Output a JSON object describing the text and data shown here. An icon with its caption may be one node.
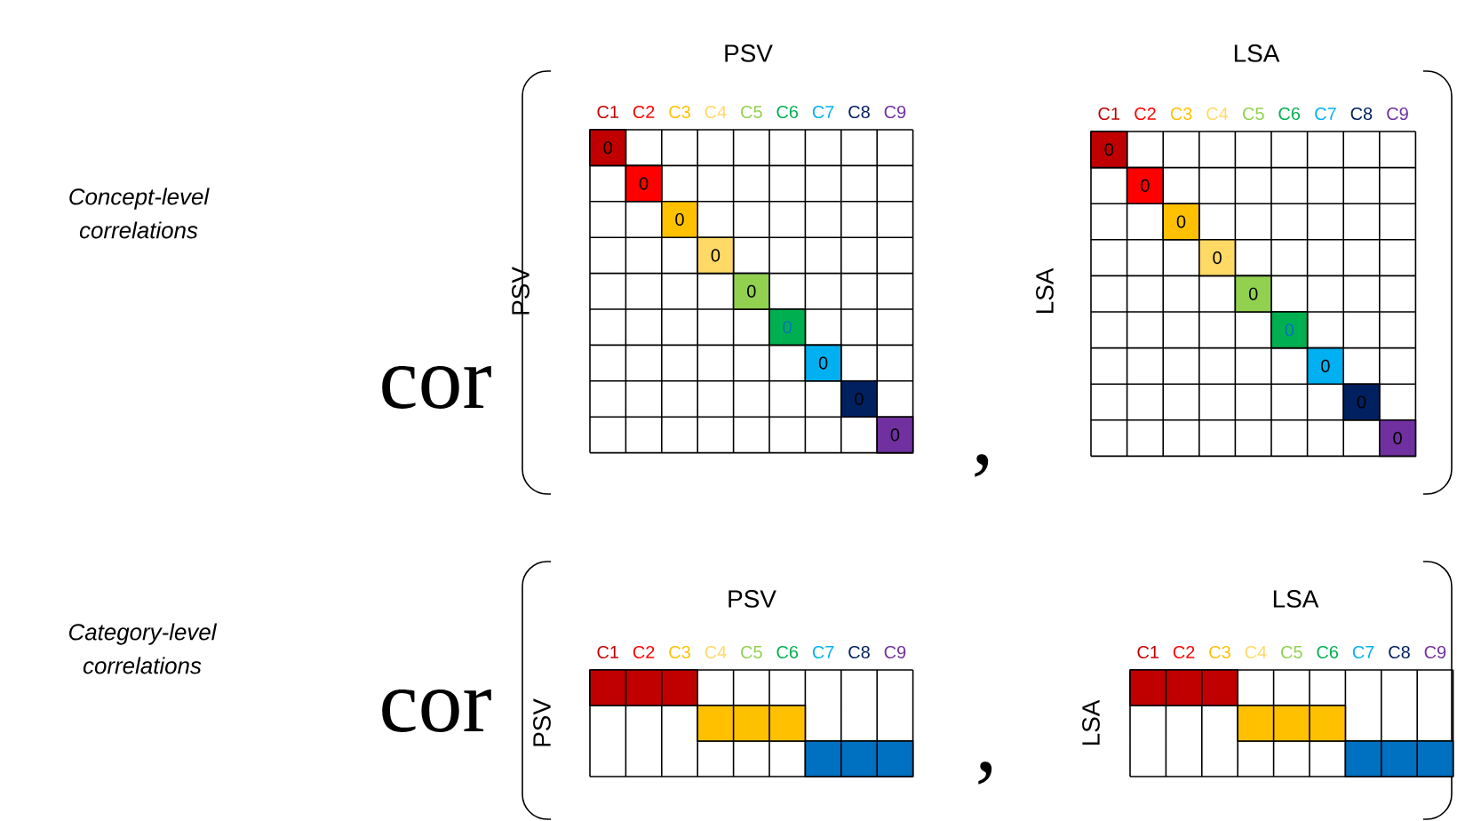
{
  "diagram": {
    "labels": [
      "Concept-level correlations",
      "cor",
      "PSV",
      "C1",
      "C2",
      "C3",
      "C4",
      "C5",
      "C6",
      "C7",
      "C8",
      "C9",
      "PSV",
      "0",
      "0",
      "0",
      "0",
      "0",
      "0",
      "0",
      "0",
      "0",
      ",",
      "LSA",
      "C1",
      "C2",
      "C3",
      "C4",
      "C5",
      "C6",
      "C7",
      "C8",
      "C9",
      "LSA",
      "0",
      "0",
      "0",
      "0",
      "0",
      "0",
      "0",
      "0",
      "0",
      "Category-level correlations",
      "cor",
      "PSV",
      "C1",
      "C2",
      "C3",
      "C4",
      "C5",
      "C6",
      "C7",
      "C8",
      "C9",
      "PSV",
      ",",
      "LSA",
      "C1",
      "C2",
      "C3",
      "C4",
      "C5",
      "C6",
      "C7",
      "C8",
      "C9",
      "LSA"
    ]
  }
}
